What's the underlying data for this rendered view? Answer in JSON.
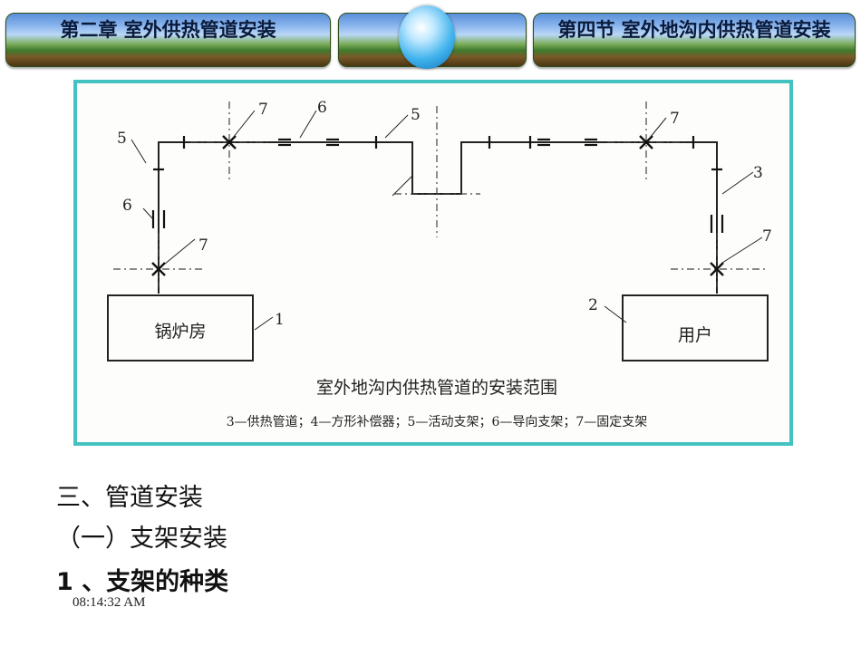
{
  "header": {
    "chapter": "第二章  室外供热管道安装",
    "section": "第四节    室外地沟内供热管道安装"
  },
  "diagram": {
    "caption": "室外地沟内供热管道的安装范围",
    "legend": "3—供热管道；4—方形补偿器；5—活动支架；6—导向支架；7—固定支架",
    "boiler_room": "锅炉房",
    "user": "用户",
    "labels": {
      "n1": "1",
      "n2": "2",
      "n3": "3",
      "n5a": "5",
      "n5b": "5",
      "n6a": "6",
      "n6b": "6",
      "n7a": "7",
      "n7b": "7",
      "n7c": "7",
      "n7d": "7"
    }
  },
  "content": {
    "line1": "三、管道安装",
    "line2": "（一）支架安装",
    "line3": "1 、支架的种类"
  },
  "footer": {
    "time": "08:14:32 AM"
  }
}
